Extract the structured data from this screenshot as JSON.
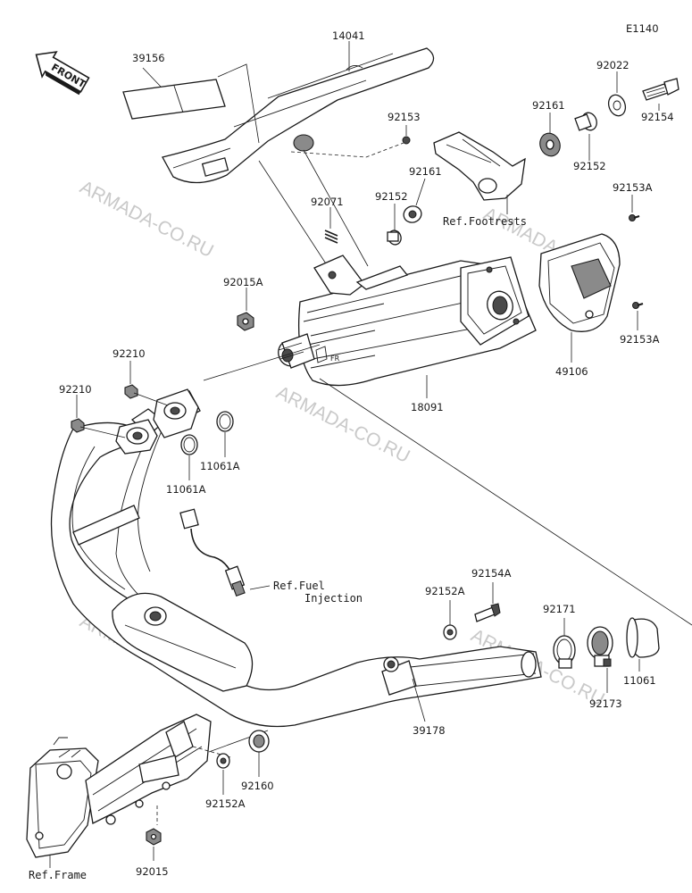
{
  "diagram_code": "E1140",
  "front_label": "FRONT",
  "watermark": "ARMADA-CO.RU",
  "refs": {
    "footrests": "Ref.Footrests",
    "fuel_injection_line1": "Ref.Fuel",
    "fuel_injection_line2": "Injection",
    "frame": "Ref.Frame"
  },
  "part_numbers": {
    "p39156": "39156",
    "p14041": "14041",
    "p92022": "92022",
    "p92154": "92154",
    "p92153": "92153",
    "p92161_a": "92161",
    "p92152_a": "92152",
    "p92071": "92071",
    "p92152_b": "92152",
    "p92161_b": "92161",
    "p92153A_a": "92153A",
    "p92015A": "92015A",
    "p92153A_b": "92153A",
    "p49106": "49106",
    "p18091": "18091",
    "p92210_a": "92210",
    "p92210_b": "92210",
    "p11061A_a": "11061A",
    "p11061A_b": "11061A",
    "p92154A": "92154A",
    "p92152A_a": "92152A",
    "p92171": "92171",
    "p11061": "11061",
    "p92173": "92173",
    "p39178": "39178",
    "p92160": "92160",
    "p92152A_b": "92152A",
    "p92015": "92015"
  }
}
